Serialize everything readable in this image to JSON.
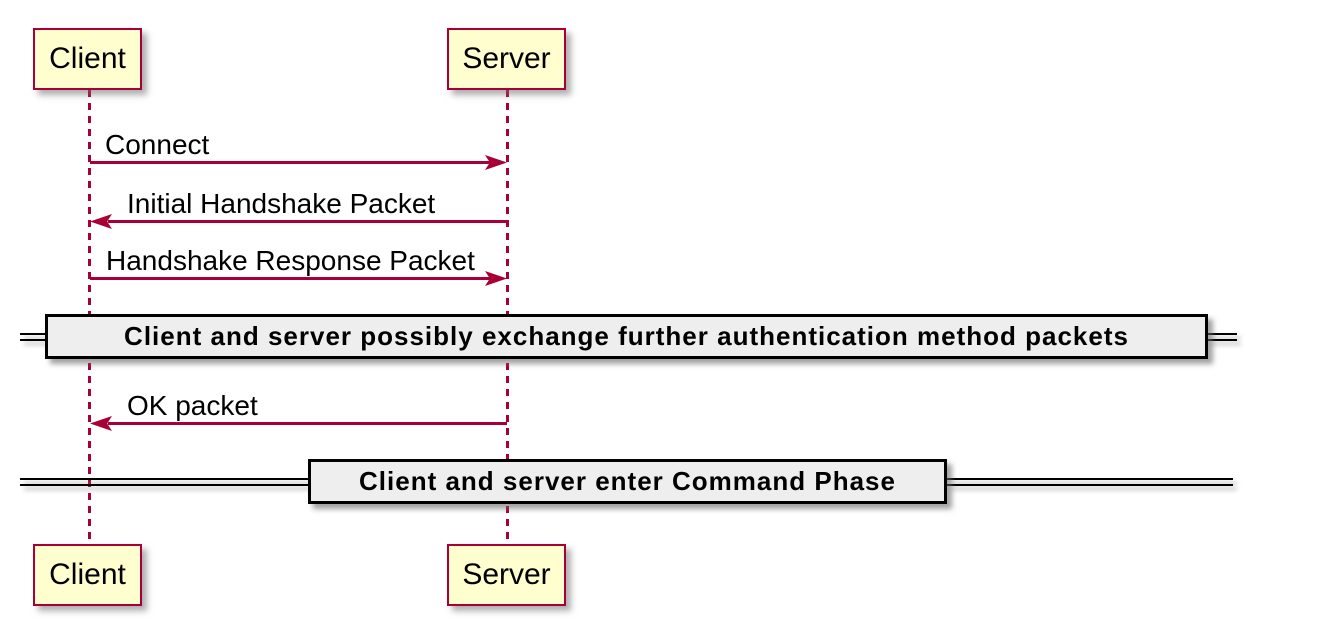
{
  "diagram_type": "sequence-diagram",
  "participants": {
    "client": "Client",
    "server": "Server"
  },
  "messages": [
    {
      "label": "Connect",
      "from": "Client",
      "to": "Server",
      "direction": "right"
    },
    {
      "label": "Initial Handshake Packet",
      "from": "Server",
      "to": "Client",
      "direction": "left"
    },
    {
      "label": "Handshake Response Packet",
      "from": "Client",
      "to": "Server",
      "direction": "right"
    },
    {
      "label": "OK packet",
      "from": "Server",
      "to": "Client",
      "direction": "left"
    }
  ],
  "dividers": [
    {
      "label": "Client and server possibly exchange further authentication method packets"
    },
    {
      "label": "Client and server enter Command Phase"
    }
  ],
  "colors": {
    "background": "#FFFFFF",
    "participant_fill": "#FEFECE",
    "participant_border": "#A80036",
    "lifeline": "#A80036",
    "arrow": "#A80036",
    "text": "#000000",
    "divider_fill": "#EEEEEE",
    "divider_border": "#000000"
  }
}
